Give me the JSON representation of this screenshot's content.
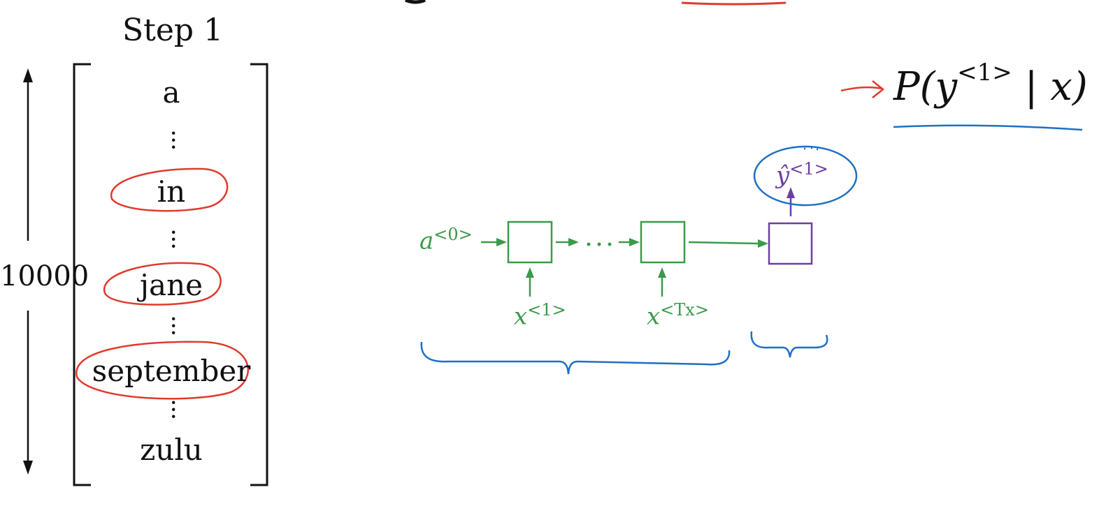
{
  "step_title": "Step 1",
  "vocabulary": {
    "size_label": "10000",
    "words": [
      "a",
      "in",
      "jane",
      "september",
      "zulu"
    ]
  },
  "diagram": {
    "initial_activation": "a",
    "initial_activation_sup": "<0>",
    "first_input": "x",
    "first_input_sup": "<1>",
    "last_input": "x",
    "last_input_sup": "<Tx>",
    "output": "ŷ",
    "output_sup": "<1>",
    "colors": {
      "rnn": "#3a9a4a",
      "decoder": "#6a3fa0",
      "annotation_red": "#e03a2e",
      "annotation_blue": "#1f6fc4"
    }
  },
  "probability": {
    "prefix": "P(y",
    "sup": "<1>",
    "suffix": " | x)"
  }
}
